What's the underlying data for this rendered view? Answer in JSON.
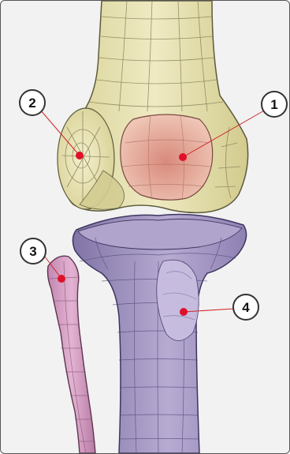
{
  "diagram": {
    "callouts": [
      {
        "label": "1"
      },
      {
        "label": "2"
      },
      {
        "label": "3"
      },
      {
        "label": "4"
      }
    ],
    "colors": {
      "background": "#f2f2f2",
      "femur": "#e6e1ae",
      "femur_line": "#5c5a3c",
      "patella": "#e4aa9d",
      "tibia": "#9a8cba",
      "tibia_line": "#3d3660",
      "fibula": "#d49cc2",
      "fibula_line": "#5e3550",
      "callout_line": "#d02626",
      "marker": "#e0102a"
    }
  }
}
